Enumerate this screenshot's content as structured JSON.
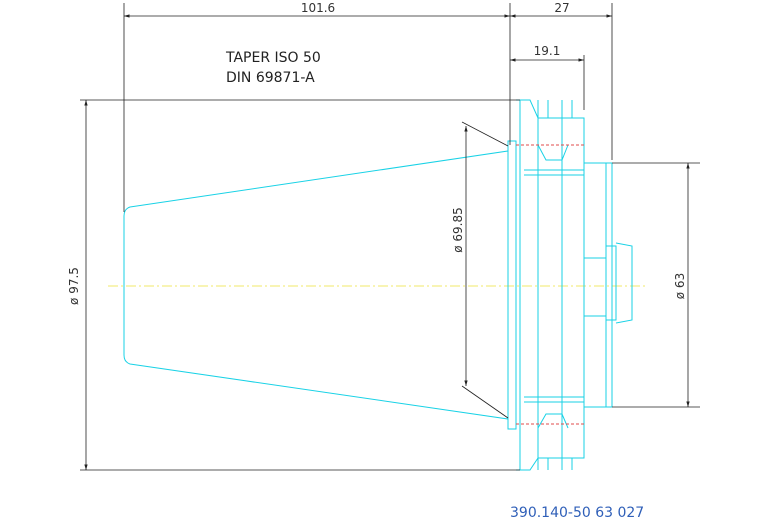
{
  "title_lines": [
    "TAPER ISO 50",
    "DIN 69871-A"
  ],
  "part_number": "390.140-50 63 027",
  "dimensions": {
    "taper_length": "101.6",
    "flange_length": "27",
    "flange_width": "19.1",
    "flange_diameter": "ø 97.5",
    "taper_diameter": "ø 69.85",
    "shank_diameter": "ø 63"
  },
  "colors": {
    "outline": "#19d2e6",
    "dimension": "#222222",
    "centerline": "#f2e86a",
    "hidden": "#e04b4b",
    "part_number": "#2f5fb8"
  }
}
